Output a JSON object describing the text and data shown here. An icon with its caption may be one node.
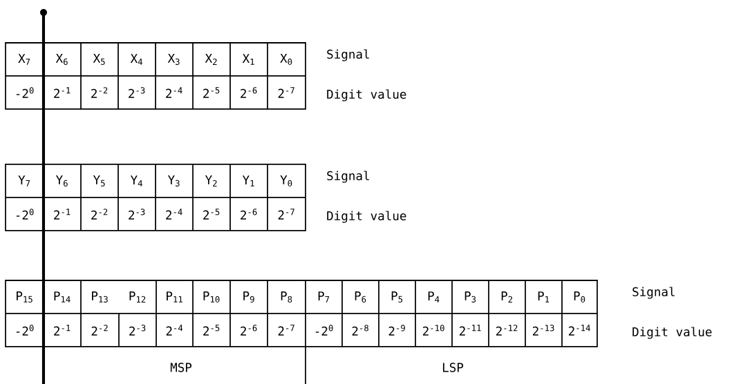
{
  "diagram": {
    "labels": [
      "X$_{7}$",
      "X$_{6}$",
      "X$_{5}$",
      "X$_{4}$",
      "X$_{3}$",
      "X$_{2}$",
      "X$_{1}$",
      "X$_{0}$",
      "Signal",
      "-2$^{0}$",
      "2$^{-1}$",
      "2$^{-2}$",
      "2$^{-3}$",
      "2$^{-4}$",
      "2$^{-5}$",
      "2$^{-6}$",
      "2$^{-7}$",
      "Digit value",
      "Y$_{7}$",
      "Y$_{6}$",
      "Y$_{5}$",
      "Y$_{4}$",
      "Y$_{3}$",
      "Y$_{2}$",
      "Y$_{1}$",
      "Y$_{0}$",
      "Signal",
      "-2$^{0}$",
      "2$^{-1}$",
      "2$^{-2}$",
      "2$^{-3}$",
      "2$^{-4}$",
      "2$^{-5}$",
      "2$^{-6}$",
      "2$^{-7}$",
      "Digit value",
      "P$_{15}$",
      "P$_{14}$",
      "P$_{13}$",
      "P$_{12}$",
      "P$_{11}$",
      "P$_{10}$",
      "P$_{9}$",
      "P$_{8}$",
      "P$_{7}$",
      "P$_{6}$",
      "P$_{5}$",
      "P$_{4}$",
      "P$_{3}$",
      "P$_{2}$",
      "P$_{1}$",
      "P$_{0}$",
      "Signal",
      "-2$^{0}$",
      "2$^{-1}$",
      "2$^{-2}$",
      "2$^{-3}$",
      "2$^{-4}$",
      "2$^{-5}$",
      "2$^{-6}$",
      "2$^{-7}$",
      "-2$^{0}$",
      "2$^{-8}$",
      "2$^{-9}$",
      "2$^{-10}$",
      "2$^{-11}$",
      "2$^{-12}$",
      "2$^{-13}$",
      "2$^{-14}$",
      "Digit value",
      "MSP",
      "LSP"
    ]
  }
}
